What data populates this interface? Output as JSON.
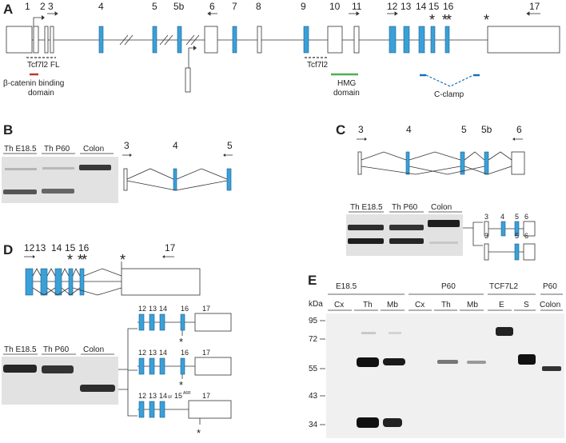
{
  "panels": {
    "A": "A",
    "B": "B",
    "C": "C",
    "D": "D",
    "E": "E"
  },
  "panelA": {
    "exon_labels": [
      "1",
      "2",
      "3",
      "4",
      "5",
      "5b",
      "6",
      "7",
      "8",
      "9",
      "10",
      "11",
      "12",
      "13",
      "14",
      "15",
      "16",
      "17"
    ],
    "asterisk": "*",
    "tcf7l2_fl": "Tcf7l2 FL",
    "tcf7l2": "Tcf7l2",
    "beta_catenin": [
      "β-catenin binding",
      "domain"
    ],
    "hmg": [
      "HMG",
      "domain"
    ],
    "cclamp": "C-clamp"
  },
  "panelB": {
    "lanes": [
      "Th E18.5",
      "Th P60",
      "Colon"
    ],
    "exon_labels": [
      "3",
      "4",
      "5"
    ]
  },
  "panelC": {
    "exon_labels": [
      "3",
      "4",
      "5",
      "5b",
      "6"
    ],
    "lanes": [
      "Th E18.5",
      "Th P60",
      "Colon"
    ],
    "iso1": [
      "3",
      "4",
      "5",
      "6"
    ],
    "iso2": [
      "3",
      "5",
      "6"
    ]
  },
  "panelD": {
    "exon_labels": [
      "12",
      "13",
      "14",
      "15",
      "16",
      "17"
    ],
    "lanes": [
      "Th E18.5",
      "Th P60",
      "Colon"
    ],
    "iso1": [
      "12",
      "13",
      "14",
      "16",
      "17"
    ],
    "iso2": [
      "12",
      "13",
      "14",
      "16",
      "17"
    ],
    "iso3": {
      "a": "12",
      "b": "13",
      "c": "14",
      "or": "or",
      "d": "15",
      "sup": "ARF",
      "e": "17"
    }
  },
  "panelE": {
    "groups": [
      "E18.5",
      "P60",
      "TCF7L2",
      "P60"
    ],
    "lanes": [
      "Cx",
      "Th",
      "Mb",
      "Cx",
      "Th",
      "Mb",
      "E",
      "S",
      "Colon"
    ],
    "kda_label": "kDa",
    "kda": [
      "95",
      "72",
      "55",
      "43",
      "34"
    ]
  },
  "colors": {
    "exon_blue": "#3aa0d8",
    "hmg_green": "#4caf50",
    "cclamp_blue": "#1b6fb5",
    "beta_red": "#c0392b"
  }
}
